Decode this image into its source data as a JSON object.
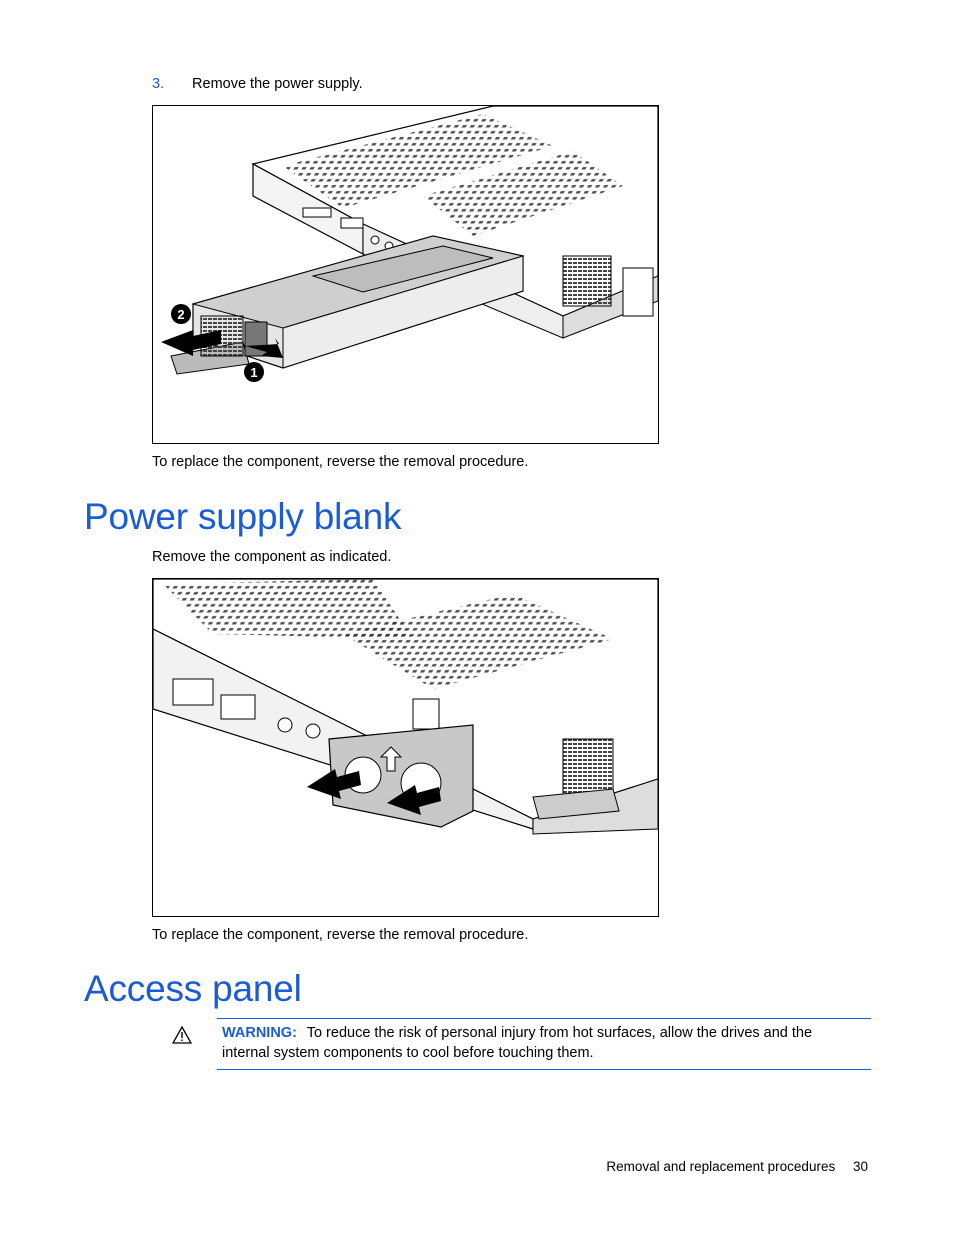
{
  "step": {
    "number": "3.",
    "text": "Remove the power supply."
  },
  "figure1": {
    "callouts": [
      "1",
      "2"
    ]
  },
  "replace_note_1": "To replace the component, reverse the removal procedure.",
  "section1": {
    "heading": "Power supply blank",
    "intro": "Remove the component as indicated."
  },
  "replace_note_2": "To replace the component, reverse the removal procedure.",
  "section2": {
    "heading": "Access panel"
  },
  "warning": {
    "label": "WARNING:",
    "text": "To reduce the risk of personal injury from hot surfaces, allow the drives and the internal system components to cool before touching them."
  },
  "footer": {
    "chapter": "Removal and replacement procedures",
    "page": "30"
  },
  "colors": {
    "heading": "#1a5bd6",
    "rule": "#1a5bd6"
  },
  "icons": {
    "warning": "warning-triangle-icon"
  }
}
